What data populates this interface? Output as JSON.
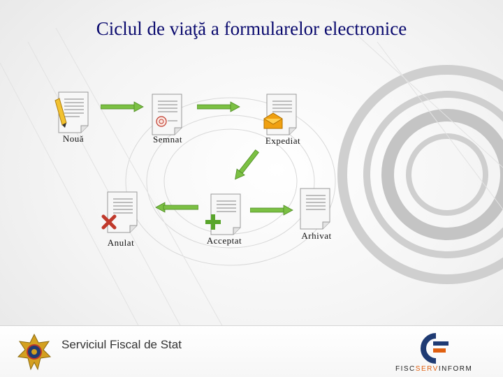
{
  "title": "Ciclul de viaţă a formularelor electronice",
  "states": {
    "noua": "Nouă",
    "semnat": "Semnat",
    "expediat": "Expediat",
    "anulat": "Anulat",
    "acceptat": "Acceptat",
    "arhivat": "Arhivat"
  },
  "footer": {
    "organization": "Serviciul Fiscal de Stat",
    "brand_part1": "FISC",
    "brand_part2": "SERV",
    "brand_part3": "INFORM"
  },
  "colors": {
    "title": "#0a0a6e",
    "arrow": "#7bc043",
    "cross": "#c0392b",
    "plus": "#59a52c",
    "envelope": "#f0a010",
    "brand_blue": "#1f3b73",
    "brand_orange": "#e06010"
  },
  "icons": [
    "pencil-icon",
    "stamp-icon",
    "envelope-icon",
    "cross-icon",
    "plus-icon"
  ]
}
